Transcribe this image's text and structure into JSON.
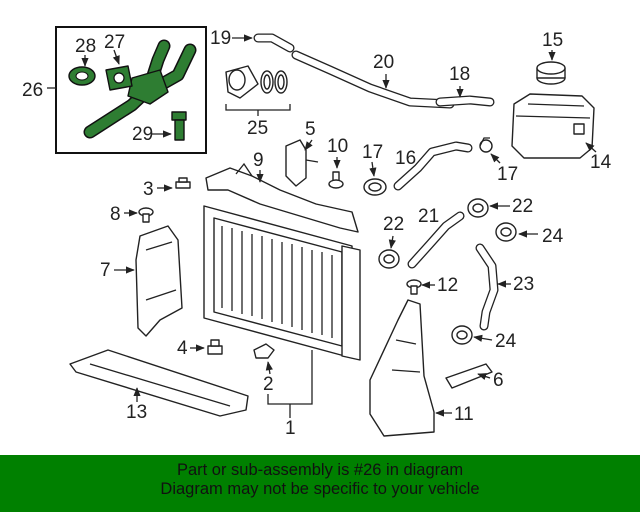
{
  "callouts": {
    "c1": "1",
    "c2": "2",
    "c3": "3",
    "c4": "4",
    "c5": "5",
    "c6": "6",
    "c7": "7",
    "c8": "8",
    "c9": "9",
    "c10": "10",
    "c11": "11",
    "c12": "12",
    "c13": "13",
    "c14": "14",
    "c15": "15",
    "c16": "16",
    "c17a": "17",
    "c17b": "17",
    "c18": "18",
    "c19": "19",
    "c20": "20",
    "c21": "21",
    "c22a": "22",
    "c22b": "22",
    "c23": "23",
    "c24a": "24",
    "c24b": "24",
    "c25": "25",
    "c26": "26",
    "c27": "27",
    "c28": "28",
    "c29": "29"
  },
  "banner": {
    "line1": "Part or sub-assembly is #26 in diagram",
    "line2": "Diagram may not be specific to your vehicle"
  },
  "colors": {
    "banner_bg": "#008000",
    "highlight_part": "#2e7d32"
  }
}
